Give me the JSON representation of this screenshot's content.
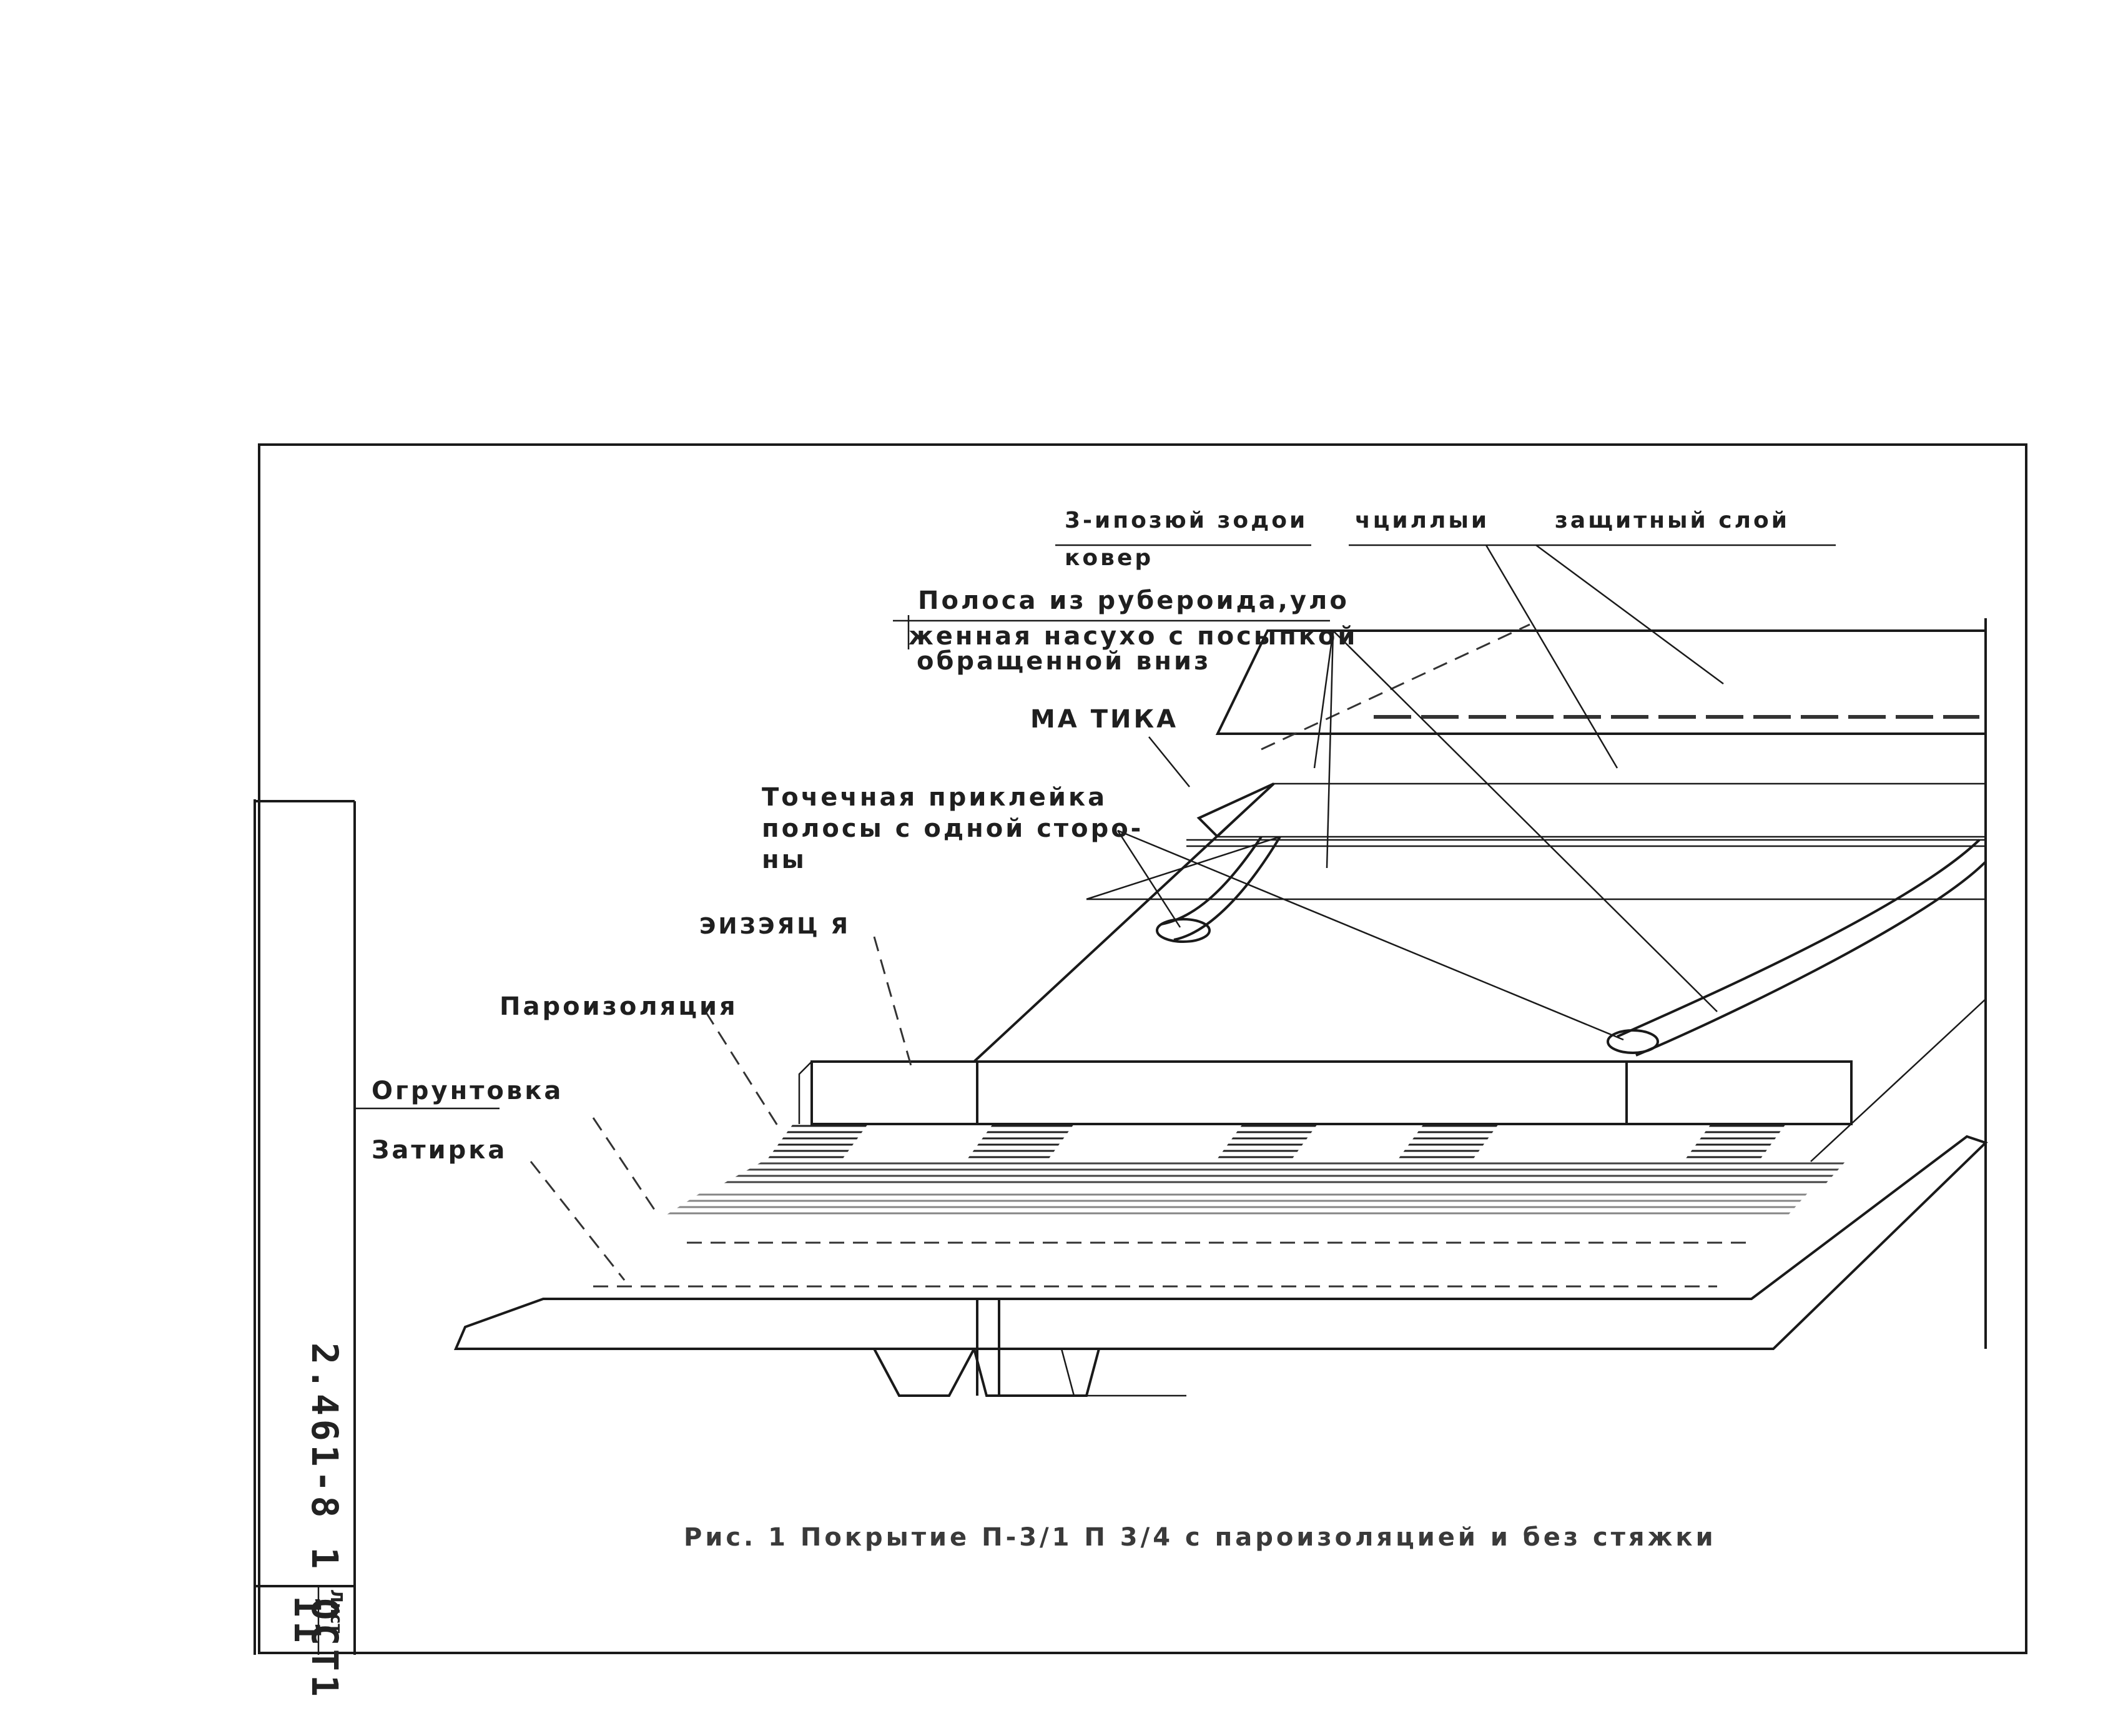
{
  "drawing": {
    "labels": {
      "roof_carpet_line1": "3-ипозюй зодои",
      "roof_carpet_line2": "ковер",
      "roof_carpet_mid": "чциллыи",
      "protective_layer": "защитный слой",
      "strip_line1": "Полоса из рубероида,уло",
      "strip_line2": "женная насухо с посыпкой",
      "strip_line3": "обращенной вниз",
      "mastic": "МА ТИКА",
      "spot_glue_line1": "Точечная приклейка",
      "spot_glue_line2": "полосы с одной сторо-",
      "spot_glue_line3": "ны",
      "insulation": "ЭИЗЭЯЦ Я",
      "vapor_barrier": "Пароизоляция",
      "primer": "Огрунтовка",
      "screed": "Затирка"
    },
    "caption": "Рис. 1  Покрытие П-3/1  П 3/4 с пароизоляцией и без стяжки"
  },
  "title_block": {
    "document_code": "2.461-8 1 ОСТ1",
    "sheet_label": "Лист",
    "sheet_number": "11"
  }
}
